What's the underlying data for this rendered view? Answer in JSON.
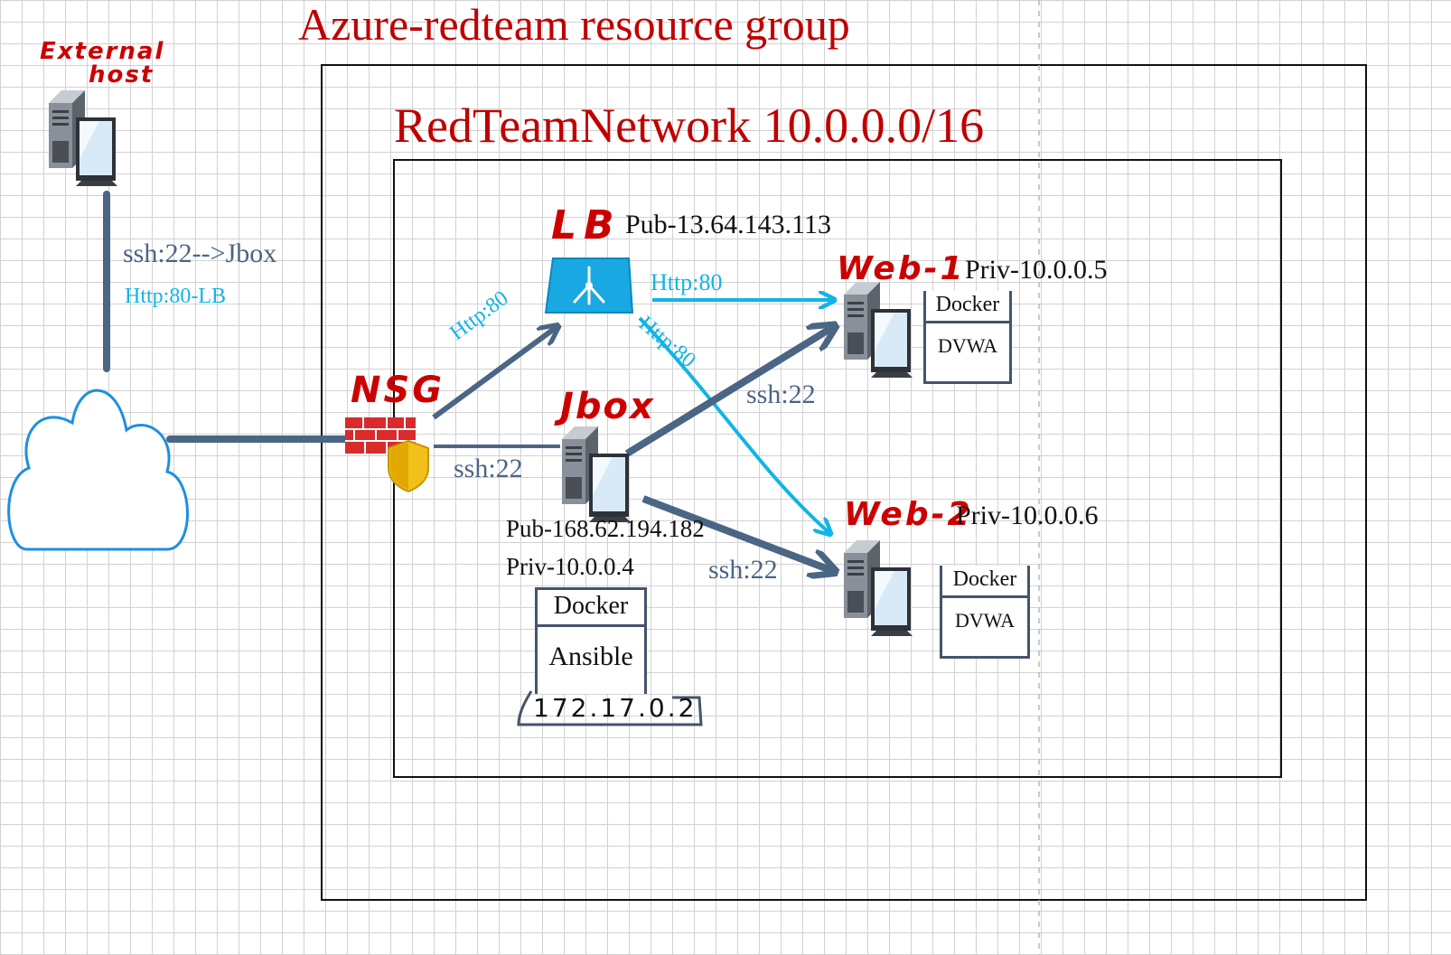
{
  "titles": {
    "resource_group": "Azure-redteam resource group",
    "network": "RedTeamNetwork 10.0.0.0/16"
  },
  "external_host": {
    "label_line1": "External",
    "label_line2": "host",
    "link_ssh": "ssh:22-->Jbox",
    "link_http": "Http:80-LB"
  },
  "nsg": {
    "label": "NSG"
  },
  "lb": {
    "label": "LB",
    "ip": "Pub-13.64.143.113"
  },
  "jbox": {
    "label": "Jbox",
    "pub_ip": "Pub-168.62.194.182",
    "priv_ip": "Priv-10.0.0.4",
    "container": {
      "header": "Docker",
      "body": "Ansible",
      "ip": "172.17.0.2"
    }
  },
  "web1": {
    "label": "Web-1",
    "ip": "Priv-10.0.0.5",
    "container": {
      "header": "Docker",
      "body": "DVWA"
    }
  },
  "web2": {
    "label": "Web-2",
    "ip": "Priv-10.0.0.6",
    "container": {
      "header": "Docker",
      "body": "DVWA"
    }
  },
  "edges": {
    "nsg_to_lb": "Http:80",
    "nsg_to_jbox": "ssh:22",
    "lb_to_web1": "Http:80",
    "lb_to_web2": "Http:80",
    "jbox_to_web1": "ssh:22",
    "jbox_to_web2": "ssh:22"
  },
  "colors": {
    "title_red": "#c00000",
    "handwriting_red": "#cc0000",
    "ssh_arrow": "#4b6584",
    "http_arrow": "#12b4e6",
    "border": "#111111"
  },
  "icons": [
    "server-icon",
    "cloud-icon",
    "firewall-icon",
    "shield-icon",
    "load-balancer-icon"
  ]
}
